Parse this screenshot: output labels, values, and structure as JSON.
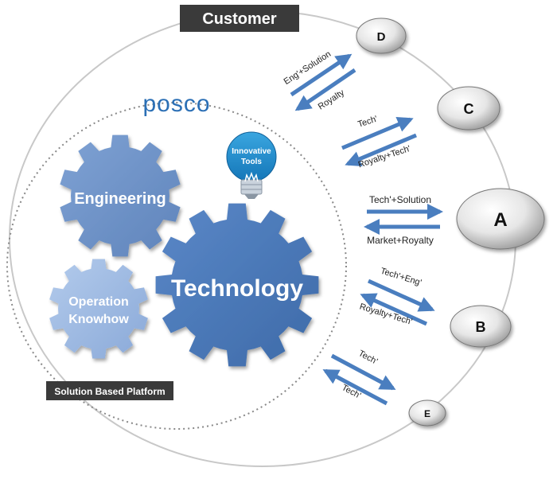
{
  "customer": {
    "title": "Customer"
  },
  "posco": {
    "logo_text": "posco",
    "platform_label": "Solution Based Platform",
    "gears": {
      "engineering": "Engineering",
      "technology": "Technology",
      "operation_line1": "Operation",
      "operation_line2": "Knowhow"
    },
    "innovative_line1": "Innovative",
    "innovative_line2": "Tools"
  },
  "customers": [
    {
      "id": "D",
      "to_customer": "Eng'+Solution",
      "to_posco": "Royalty"
    },
    {
      "id": "C",
      "to_customer": "Tech'",
      "to_posco": "Royalty+Tech'"
    },
    {
      "id": "A",
      "to_customer": "Tech'+Solution",
      "to_posco": "Market+Royalty"
    },
    {
      "id": "B",
      "to_customer": "Tech'+Eng'",
      "to_posco": "Royalty+Tech'"
    },
    {
      "id": "E",
      "to_customer": "Tech'",
      "to_posco": "Tech'"
    }
  ],
  "colors": {
    "arrow": "#4a7ebf",
    "gear_engineering": "#6f93c8",
    "gear_technology": "#4a78b8",
    "gear_operation": "#9cb7e0",
    "label_box": "#3a3a3a",
    "bulb": "#1e88c8"
  }
}
